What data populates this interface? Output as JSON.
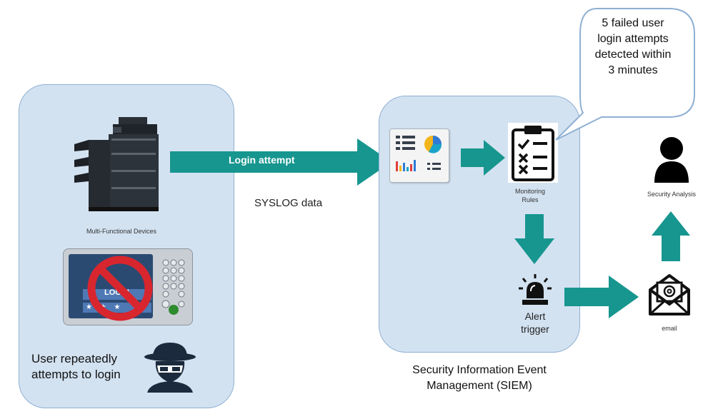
{
  "source": {
    "device_label": "Multi-Functional Devices",
    "login_panel_text": "LOGIN",
    "user_caption": "User repeatedly attempts to login"
  },
  "flow": {
    "login_arrow_label": "Login attempt",
    "syslog_label": "SYSLOG data"
  },
  "siem": {
    "monitoring_label": "Monitoring Rules",
    "alert_label": "Alert trigger",
    "caption": "Security Information Event Management (SIEM)"
  },
  "callout": {
    "text": "5 failed user login attempts detected within 3 minutes"
  },
  "destination": {
    "email_label": "email",
    "analyst_label": "Security Analysis"
  },
  "colors": {
    "panel_fill": "#d3e2f1",
    "panel_border": "#8fb0d3",
    "arrow": "#17968f",
    "icon_dark": "#111111"
  }
}
